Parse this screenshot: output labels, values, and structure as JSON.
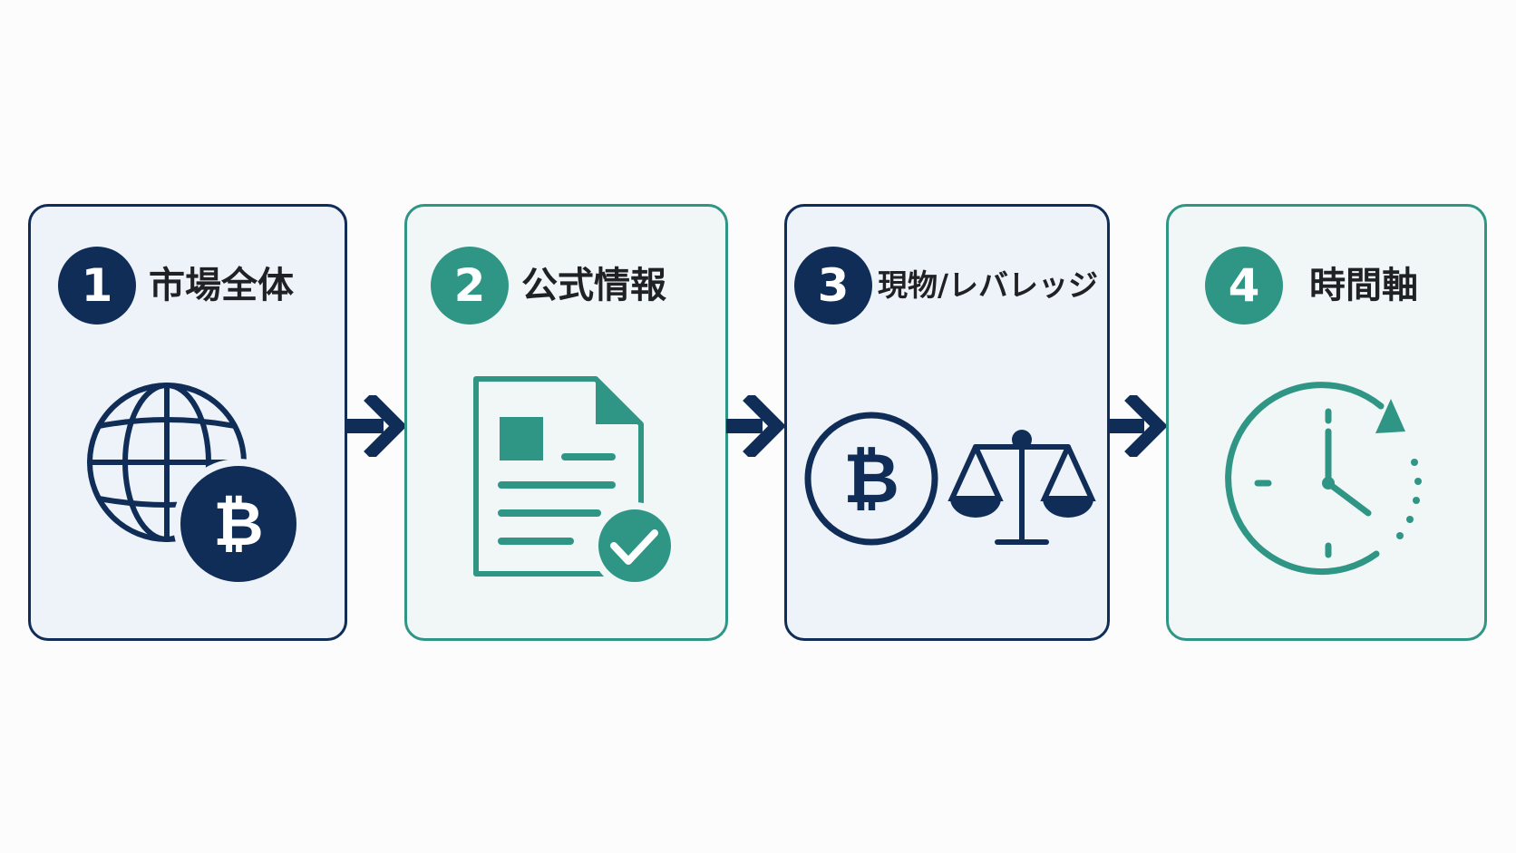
{
  "colors": {
    "navy": "#0f2d57",
    "teal": "#2f9686",
    "background": "#fbfcfb",
    "text": "#1f2124"
  },
  "steps": [
    {
      "number": "1",
      "title": "市場全体",
      "theme": "navy",
      "icon": "globe-bitcoin-icon"
    },
    {
      "number": "2",
      "title": "公式情報",
      "theme": "teal",
      "icon": "verified-document-icon"
    },
    {
      "number": "3",
      "title": "現物/レバレッジ",
      "theme": "navy",
      "icon": "bitcoin-scale-icon"
    },
    {
      "number": "4",
      "title": "時間軸",
      "theme": "teal",
      "icon": "clock-icon"
    }
  ],
  "connectors": [
    {
      "from": "1",
      "to": "2",
      "icon": "arrow-right-icon"
    },
    {
      "from": "2",
      "to": "3",
      "icon": "arrow-right-icon"
    },
    {
      "from": "3",
      "to": "4",
      "icon": "arrow-right-icon"
    }
  ]
}
